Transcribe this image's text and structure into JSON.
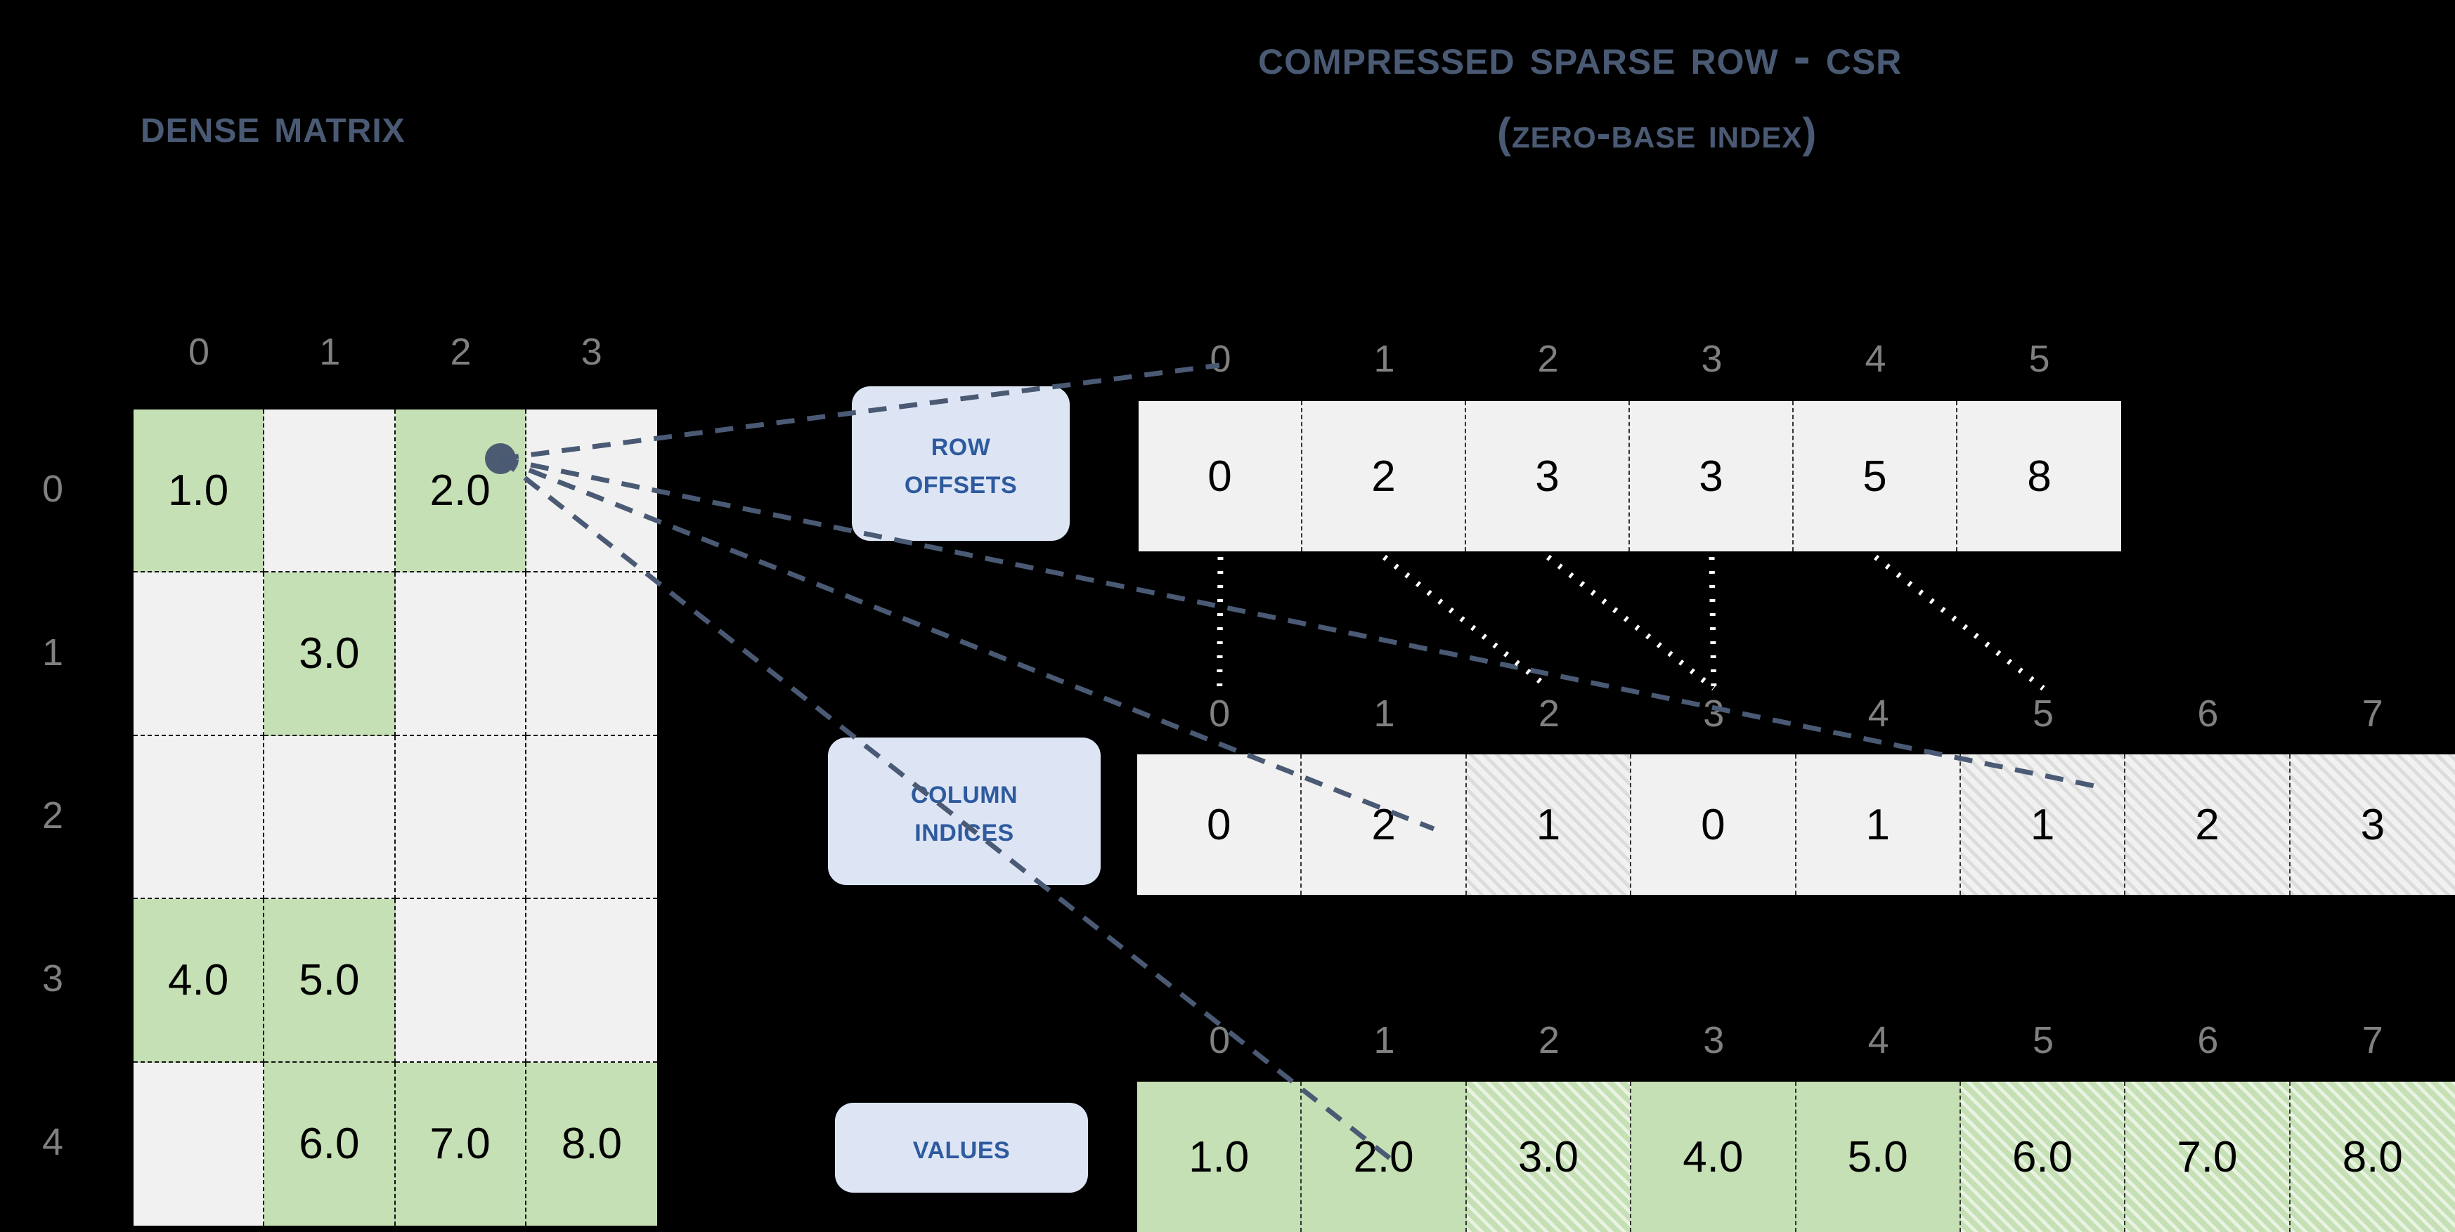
{
  "titles": {
    "dense": "Dense Matrix",
    "csr_main": "Compressed Sparse Row - CSR",
    "csr_sub": "(zero-base index)"
  },
  "labels": {
    "row_offsets_line1": "Row",
    "row_offsets_line2": "Offsets",
    "column_indices_line1": "Column",
    "column_indices_line2": "Indices",
    "values": "Values"
  },
  "colors": {
    "background": "#000000",
    "title_text": "#4A5A74",
    "cell_empty": "#F1F1F1",
    "cell_value": "#C5E0B4",
    "pill_background": "#DDE5F5",
    "pill_text": "#2E5A9E",
    "index_text": "#808080",
    "anchor_dot": "#4D5B72",
    "leader_line": "#4A5A74",
    "offset_link_line": "#FFFFFF"
  },
  "chart_data": {
    "type": "table",
    "title": "Compressed Sparse Row - CSR (zero-base index)",
    "dense_matrix": {
      "title": "Dense Matrix",
      "rows": 5,
      "cols": 4,
      "row_labels": [
        "0",
        "1",
        "2",
        "3",
        "4"
      ],
      "col_labels": [
        "0",
        "1",
        "2",
        "3"
      ],
      "cells": [
        [
          {
            "value": "1.0",
            "filled": true
          },
          {
            "value": "",
            "filled": false
          },
          {
            "value": "2.0",
            "filled": true
          },
          {
            "value": "",
            "filled": false
          }
        ],
        [
          {
            "value": "",
            "filled": false
          },
          {
            "value": "3.0",
            "filled": true
          },
          {
            "value": "",
            "filled": false
          },
          {
            "value": "",
            "filled": false
          }
        ],
        [
          {
            "value": "",
            "filled": false
          },
          {
            "value": "",
            "filled": false
          },
          {
            "value": "",
            "filled": false
          },
          {
            "value": "",
            "filled": false
          }
        ],
        [
          {
            "value": "4.0",
            "filled": true
          },
          {
            "value": "5.0",
            "filled": true
          },
          {
            "value": "",
            "filled": false
          },
          {
            "value": "",
            "filled": false
          }
        ],
        [
          {
            "value": "",
            "filled": false
          },
          {
            "value": "6.0",
            "filled": true
          },
          {
            "value": "7.0",
            "filled": true
          },
          {
            "value": "8.0",
            "filled": true
          }
        ]
      ],
      "anchor_cell": {
        "row": 0,
        "col": 2,
        "corner": "top-right"
      }
    },
    "row_offsets": {
      "label": "Row Offsets",
      "indices": [
        "0",
        "1",
        "2",
        "3",
        "4",
        "5"
      ],
      "values": [
        "0",
        "2",
        "3",
        "3",
        "5",
        "8"
      ],
      "hatched": [
        false,
        false,
        false,
        false,
        false,
        false
      ],
      "green": [
        false,
        false,
        false,
        false,
        false,
        false
      ]
    },
    "column_indices": {
      "label": "Column Indices",
      "indices": [
        "0",
        "1",
        "2",
        "3",
        "4",
        "5",
        "6",
        "7"
      ],
      "values": [
        "0",
        "2",
        "1",
        "0",
        "1",
        "1",
        "2",
        "3"
      ],
      "hatched": [
        false,
        false,
        true,
        false,
        false,
        true,
        true,
        true
      ],
      "green": [
        false,
        false,
        false,
        false,
        false,
        false,
        false,
        false
      ]
    },
    "values_array": {
      "label": "Values",
      "indices": [
        "0",
        "1",
        "2",
        "3",
        "4",
        "5",
        "6",
        "7"
      ],
      "values": [
        "1.0",
        "2.0",
        "3.0",
        "4.0",
        "5.0",
        "6.0",
        "7.0",
        "8.0"
      ],
      "hatched": [
        false,
        false,
        true,
        false,
        false,
        true,
        true,
        true
      ],
      "green": [
        true,
        true,
        true,
        true,
        true,
        true,
        true,
        true
      ]
    },
    "offset_links": [
      {
        "from_offset_index": 0,
        "to_column_index": 0
      },
      {
        "from_offset_index": 1,
        "to_column_index": 2
      },
      {
        "from_offset_index": 2,
        "to_column_index": 3
      },
      {
        "from_offset_index": 3,
        "to_column_index": 3
      },
      {
        "from_offset_index": 4,
        "to_column_index": 5
      }
    ],
    "leader_lines": 4
  }
}
